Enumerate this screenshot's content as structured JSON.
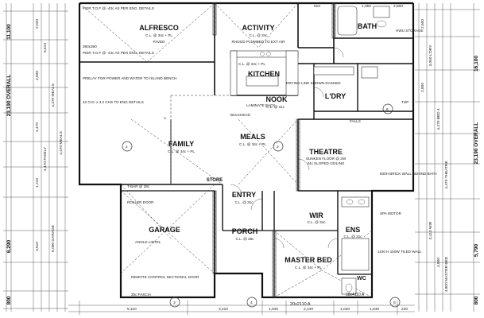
{
  "rooms": {
    "alfresco": "ALFRESCO",
    "activity": "ACTIVITY",
    "bath": "BATH",
    "kitchen": "KITCHEN",
    "ldry": "L'DRY",
    "nook": "NOOK",
    "family": "FAMILY",
    "meals": "MEALS",
    "theatre": "THEATRE",
    "entry": "ENTRY",
    "wir": "WIR",
    "garage": "GARAGE",
    "porch": "PORCH",
    "ens": "ENS",
    "master_bed": "MASTER BED",
    "wc": "WC",
    "store": "STORE"
  },
  "overall": {
    "left_top": "23,190 OVERALL",
    "left_bottom": "6,290",
    "right_top": "16,100",
    "right_mid": "23,190 OVERALL",
    "right_bottom": "5,790",
    "top_left": "11,100",
    "left_low": "800",
    "right_low": "800"
  },
  "dims_top": [
    "810",
    "1,050",
    "2,800"
  ],
  "dims_bottom": [
    "5,110",
    "3,410",
    "1,040",
    "2,140",
    "1,040",
    "1,840",
    "240"
  ],
  "notes": {
    "pier_top": "PIER T.O.F @ -43c AS PER ENG. DETAILS",
    "pier_mid": "PIER T.O.F @ -43c AS PER ENG. DETAILS",
    "pier_first": "390x390",
    "prelay": "PRELAY FOR POWER AND WATER TO ISLAND BENCH",
    "sewer": "42 O.D. x 3.2 CHS TO ENG DETAILS",
    "alfresco_ceiling": "C.L. @ 34c + PL",
    "alfresco_paved": "PAVED",
    "activity_ceiling": "C.L. @ 34c",
    "rhood": "RHOOD PLUMBED TO EXT AIR",
    "kitchen_ceiling": "C.L. @ 34c + PL",
    "drying": "DRYING LINE SHOWN DASHED",
    "nook_ceiling": "C.L. @ 31c",
    "family_ceiling": "C.L. @ 34c + PL",
    "meals_ceiling": "C.L. @ 34c + PL",
    "theatre_note": "SUNKEN FLOOR @ 2W",
    "theatre_ceiling": "24c SLOPED CEILING",
    "entry_ceiling": "C.L. @ 31c",
    "garage_rollerdoor": "ROLLER DOOR",
    "garage_angle": "ANGLE LINTEL",
    "garage_remote": "REMOTE CONTROL SECTIONAL DOOR",
    "porch_ceiling": "C.L. @ 28c",
    "wir_ceiling": "C.L. @ 34c",
    "master_ceiling": "C.L. @ 34c + PL",
    "ens_ceiling": "C.L. @ 31c",
    "hwu": "HWU STORAGE",
    "spa": "SPA MOTOR",
    "tiled_wall": "1100 H 150W TILED WALL",
    "brick": "600H BRICK WALL BEHIND BATH",
    "bulkhead": "BULKHEAD",
    "laminate": "LAMINATE BACK",
    "stepdown": "FALLS",
    "top": "TOP",
    "section_a": "A",
    "fascia": "25c FASCIA",
    "tbar": "T-BAR @ 28c"
  },
  "lintels": {
    "master": "20x2110 A",
    "ens_lintel": "18x4110 A"
  },
  "section_marks": [
    "1",
    "2",
    "3",
    "4",
    "5",
    "6"
  ]
}
